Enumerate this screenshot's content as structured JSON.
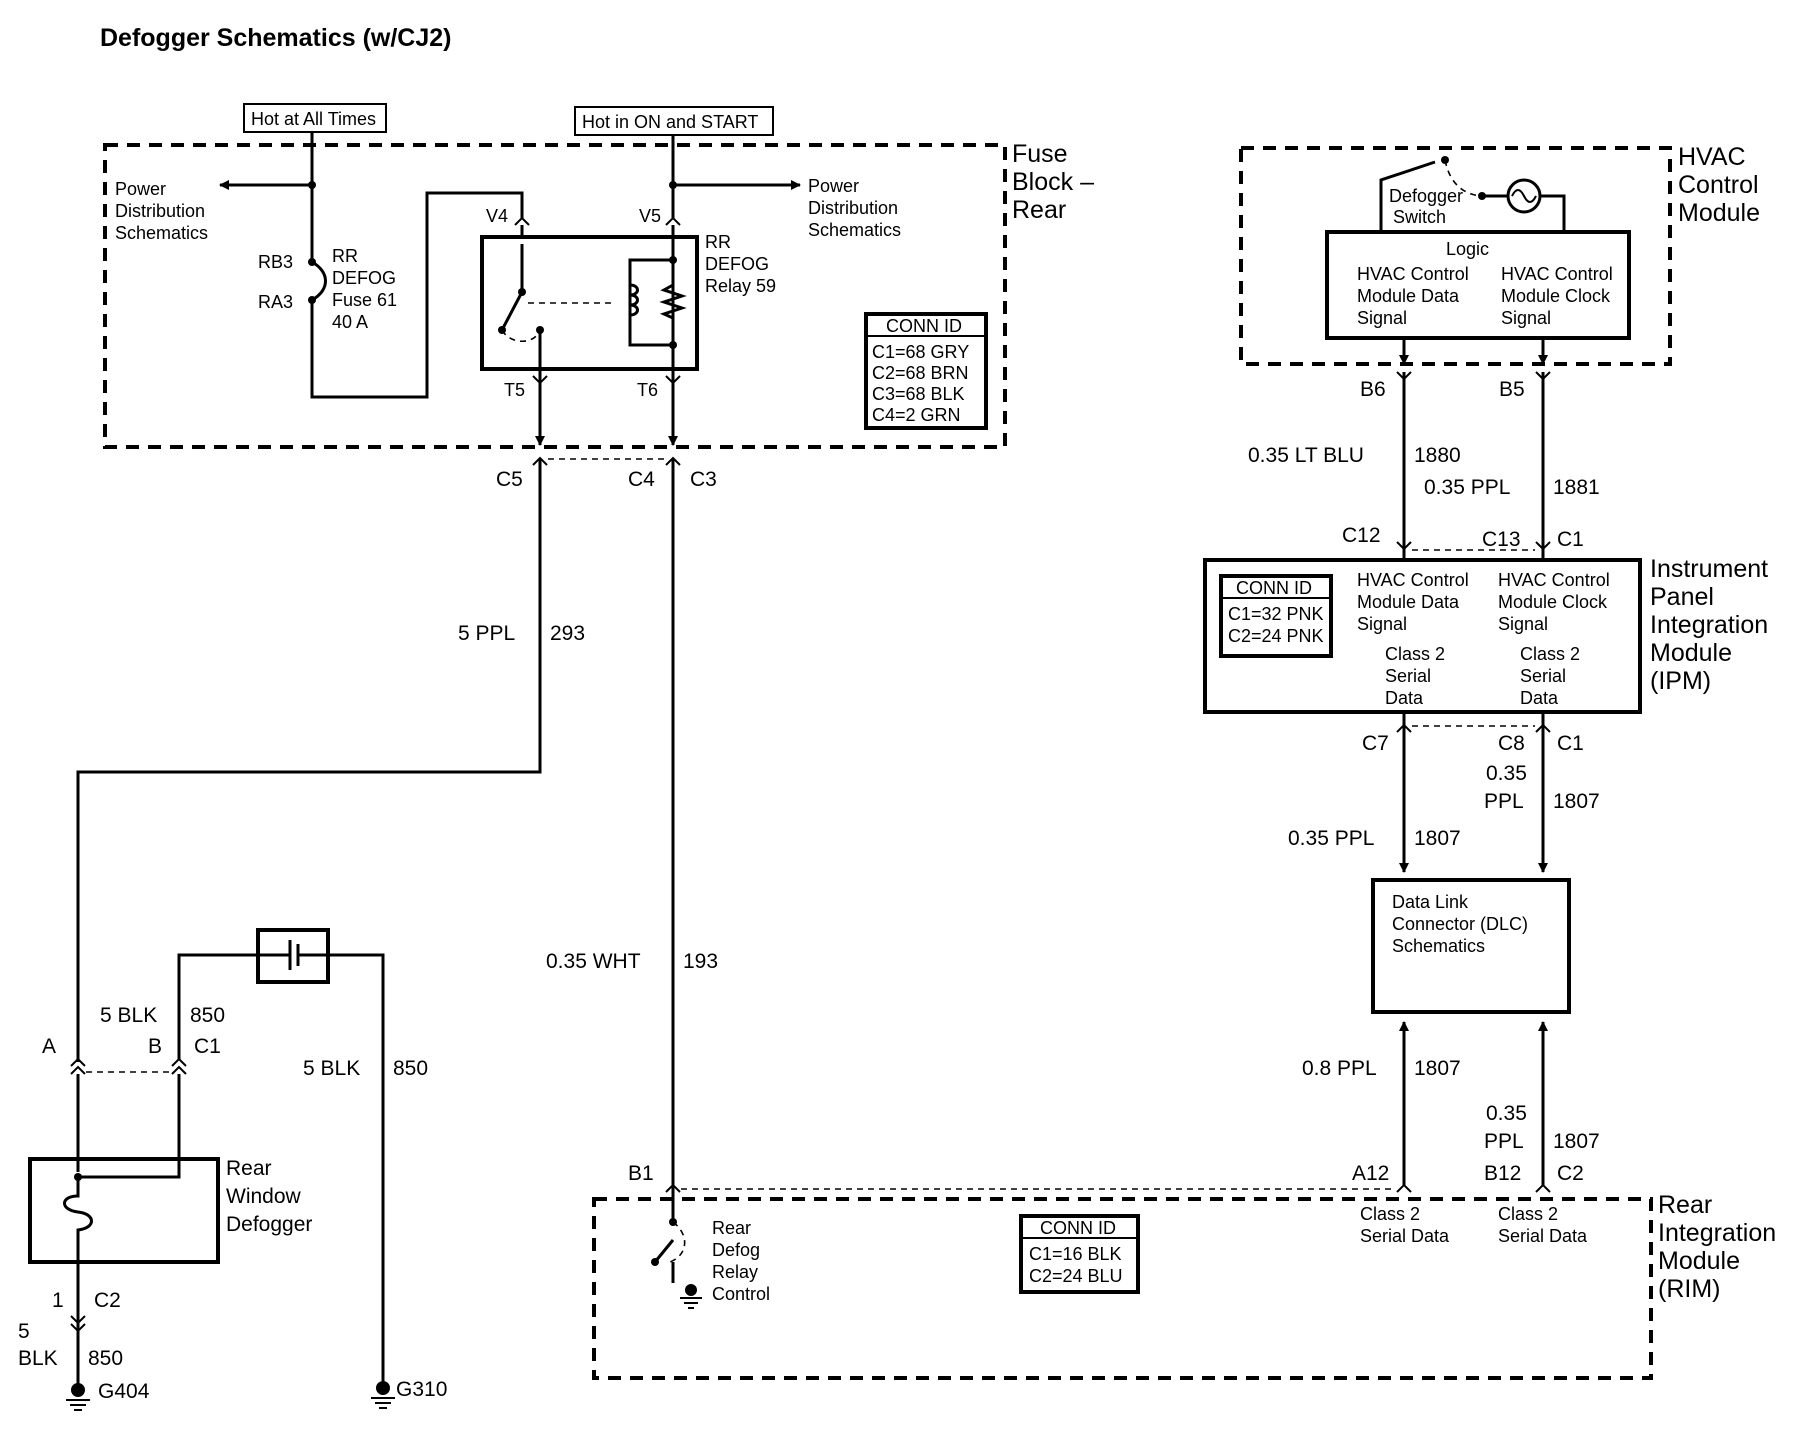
{
  "title": "Defogger Schematics (w/CJ2)",
  "power": {
    "hot_all_times": "Hot at All Times",
    "hot_on_start": "Hot in ON and START"
  },
  "fuse_block": {
    "name_lines": [
      "Fuse",
      "Block –",
      "Rear"
    ],
    "power_dist_left": [
      "Power",
      "Distribution",
      "Schematics"
    ],
    "power_dist_right": [
      "Power",
      "Distribution",
      "Schematics"
    ],
    "fuse_term_top": "RB3",
    "fuse_term_bottom": "RA3",
    "fuse_label": [
      "RR",
      "DEFOG",
      "Fuse 61",
      "40 A"
    ],
    "relay_label": [
      "RR",
      "DEFOG",
      "Relay 59"
    ],
    "term_v4": "V4",
    "term_v5": "V5",
    "term_t5": "T5",
    "term_t6": "T6",
    "conn_id": {
      "header": "CONN ID",
      "rows": [
        "C1=68 GRY",
        "C2=68 BRN",
        "C3=68 BLK",
        "C4=2 GRN"
      ]
    }
  },
  "fuse_block_connectors": {
    "c5": "C5",
    "c4": "C4",
    "c3": "C3"
  },
  "wires": {
    "w293_color": "5 PPL",
    "w293_circuit": "293",
    "w193_color": "0.35 WHT",
    "w193_circuit": "193",
    "w850a_color": "5 BLK",
    "w850a_circuit": "850",
    "w850b_color": "5 BLK",
    "w850b_circuit": "850",
    "w850c_color_lines": [
      "5",
      "BLK"
    ],
    "w850c_circuit": "850",
    "w1880_color": "0.35 LT BLU",
    "w1880_circuit": "1880",
    "w1881_color": "0.35 PPL",
    "w1881_circuit": "1881",
    "w1807a_color": "0.35 PPL",
    "w1807a_circuit": "1807",
    "w1807b_color_lines": [
      "0.35",
      "PPL"
    ],
    "w1807b_circuit": "1807",
    "w1807c_color": "0.8 PPL",
    "w1807c_circuit": "1807",
    "w1807d_color_lines": [
      "0.35",
      "PPL"
    ],
    "w1807d_circuit": "1807"
  },
  "defogger": {
    "name_lines": [
      "Rear",
      "Window",
      "Defogger"
    ],
    "conn_a": "A",
    "conn_b": "B",
    "conn_c1": "C1",
    "pin_1": "1",
    "conn_c2": "C2"
  },
  "grounds": {
    "g404": "G404",
    "g310": "G310"
  },
  "hvac": {
    "name_lines": [
      "HVAC",
      "Control",
      "Module"
    ],
    "switch_lines": [
      "Defogger",
      "Switch"
    ],
    "logic": "Logic",
    "data_signal_lines": [
      "HVAC Control",
      "Module Data",
      "Signal"
    ],
    "clock_signal_lines": [
      "HVAC Control",
      "Module Clock",
      "Signal"
    ],
    "term_b6": "B6",
    "term_b5": "B5"
  },
  "ipm": {
    "name_lines": [
      "Instrument",
      "Panel",
      "Integration",
      "Module",
      "(IPM)"
    ],
    "conn_id": {
      "header": "CONN ID",
      "rows": [
        "C1=32 PNK",
        "C2=24 PNK"
      ]
    },
    "data_signal_lines": [
      "HVAC Control",
      "Module Data",
      "Signal"
    ],
    "clock_signal_lines": [
      "HVAC Control",
      "Module Clock",
      "Signal"
    ],
    "class2_left_lines": [
      "Class 2",
      "Serial",
      "Data"
    ],
    "class2_right_lines": [
      "Class 2",
      "Serial",
      "Data"
    ],
    "term_c12": "C12",
    "term_c13": "C13",
    "term_c1_top": "C1",
    "term_c7": "C7",
    "term_c8": "C8",
    "term_c1_bottom": "C1"
  },
  "dlc": {
    "label_lines": [
      "Data Link",
      "Connector (DLC)",
      "Schematics"
    ]
  },
  "rim": {
    "name_lines": [
      "Rear",
      "Integration",
      "Module",
      "(RIM)"
    ],
    "relay_control_lines": [
      "Rear",
      "Defog",
      "Relay",
      "Control"
    ],
    "conn_id": {
      "header": "CONN ID",
      "rows": [
        "C1=16 BLK",
        "C2=24 BLU"
      ]
    },
    "class2_left_lines": [
      "Class 2",
      "Serial Data"
    ],
    "class2_right_lines": [
      "Class 2",
      "Serial Data"
    ],
    "term_b1": "B1",
    "term_a12": "A12",
    "term_b12": "B12",
    "term_c2": "C2"
  }
}
